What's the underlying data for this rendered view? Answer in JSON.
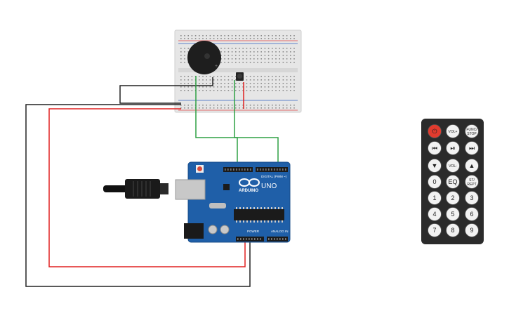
{
  "arduino": {
    "brand": "ARDUINO",
    "model": "UNO",
    "header_digital": "DIGITAL (PWM ~)",
    "header_power": "POWER",
    "header_analog": "ANALOG IN"
  },
  "remote": {
    "buttons": [
      {
        "id": "power",
        "label": "⏻"
      },
      {
        "id": "vol-up",
        "label": "VOL+"
      },
      {
        "id": "func-stop",
        "label": "FUNC/\nSTOP"
      },
      {
        "id": "prev",
        "label": "⏮"
      },
      {
        "id": "play-pause",
        "label": "⏯"
      },
      {
        "id": "next",
        "label": "⏭"
      },
      {
        "id": "down",
        "label": "▼"
      },
      {
        "id": "vol-down",
        "label": "VOL-"
      },
      {
        "id": "up",
        "label": "▲"
      },
      {
        "id": "zero",
        "label": "0"
      },
      {
        "id": "eq",
        "label": "EQ"
      },
      {
        "id": "st-rept",
        "label": "ST/\nREPT"
      },
      {
        "id": "one",
        "label": "1"
      },
      {
        "id": "two",
        "label": "2"
      },
      {
        "id": "three",
        "label": "3"
      },
      {
        "id": "four",
        "label": "4"
      },
      {
        "id": "five",
        "label": "5"
      },
      {
        "id": "six",
        "label": "6"
      },
      {
        "id": "seven",
        "label": "7"
      },
      {
        "id": "eight",
        "label": "8"
      },
      {
        "id": "nine",
        "label": "9"
      }
    ]
  },
  "colors": {
    "wire_black": "#222222",
    "wire_red": "#e02020",
    "wire_green": "#2ea043",
    "board_blue": "#1f5fa8",
    "breadboard": "#e4e4e4",
    "remote_body": "#2b2b2b",
    "power_button": "#e23b2e"
  }
}
